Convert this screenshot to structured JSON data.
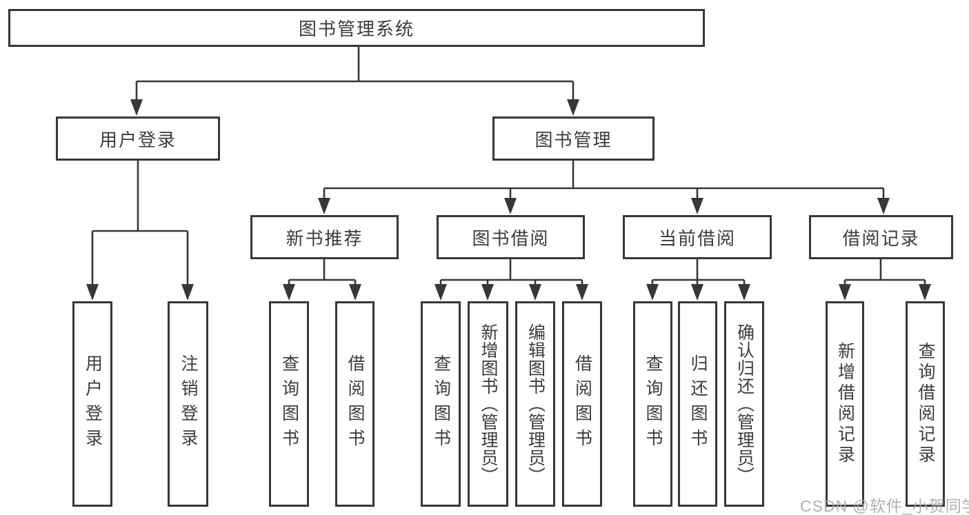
{
  "colors": {
    "line": "#373737",
    "box_border": "#373737",
    "text": "#3c3c3c",
    "background": "#ffffff",
    "watermark": "#a8a8a8"
  },
  "tree": {
    "label": "图书管理系统",
    "children": [
      {
        "label": "用户登录",
        "children": [
          {
            "label": "用户登录"
          },
          {
            "label": "注销登录"
          }
        ]
      },
      {
        "label": "图书管理",
        "children": [
          {
            "label": "新书推荐",
            "children": [
              {
                "label": "查询图书"
              },
              {
                "label": "借阅图书"
              }
            ]
          },
          {
            "label": "图书借阅",
            "children": [
              {
                "label": "查询图书"
              },
              {
                "label": "新增图书（管理员）"
              },
              {
                "label": "编辑图书（管理员）"
              },
              {
                "label": "借阅图书"
              }
            ]
          },
          {
            "label": "当前借阅",
            "children": [
              {
                "label": "查询图书"
              },
              {
                "label": "归还图书"
              },
              {
                "label": "确认归还（管理员）"
              }
            ]
          },
          {
            "label": "借阅记录",
            "children": [
              {
                "label": "新增借阅记录"
              },
              {
                "label": "查询借阅记录"
              }
            ]
          }
        ]
      }
    ]
  },
  "watermark": {
    "text": "CSDN @软件_小贺同学"
  }
}
